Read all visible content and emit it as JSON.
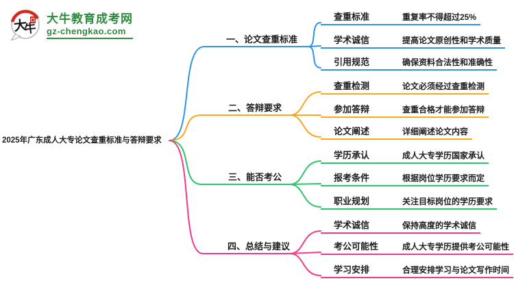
{
  "logo": {
    "title": "大牛教育成考网",
    "url": "gz-chengkao.com",
    "icon_char_1": "大",
    "icon_char_2": "牛",
    "brand_color": "#2D8A3E",
    "seal_color": "#C3261B"
  },
  "root": {
    "title": "2025年广东成人大专论文查重标准与答辩要求"
  },
  "branches": [
    {
      "label": "一、论文查重标准",
      "color": "#2E95E5",
      "children": [
        {
          "label": "查重标准",
          "desc": "重复率不得超过25%"
        },
        {
          "label": "学术诚信",
          "desc": "提高论文原创性和学术质量"
        },
        {
          "label": "引用规范",
          "desc": "确保资料合法性和准确性"
        }
      ]
    },
    {
      "label": "二、答辩要求",
      "color": "#FBA61B",
      "children": [
        {
          "label": "查重检测",
          "desc": "论文必须经过查重检测"
        },
        {
          "label": "参加答辩",
          "desc": "查重合格才能参加答辩"
        },
        {
          "label": "论文阐述",
          "desc": "详细阐述论文内容"
        }
      ]
    },
    {
      "label": "三、能否考公",
      "color": "#2BC36A",
      "children": [
        {
          "label": "学历承认",
          "desc": "成人大专学历国家承认"
        },
        {
          "label": "报考条件",
          "desc": "根据岗位学历要求而定"
        },
        {
          "label": "职业规划",
          "desc": "关注目标岗位的学历要求"
        }
      ]
    },
    {
      "label": "四、总结与建议",
      "color": "#F23B85",
      "children": [
        {
          "label": "学术诚信",
          "desc": "保持高度的学术诚信"
        },
        {
          "label": "考公可能性",
          "desc": "成人大专学历提供考公可能性"
        },
        {
          "label": "学习安排",
          "desc": "合理安排学习与论文写作时间"
        }
      ]
    }
  ]
}
